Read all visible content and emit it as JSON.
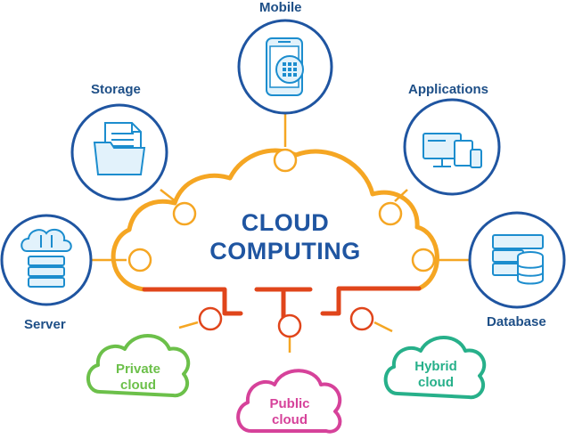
{
  "center": {
    "line1": "CLOUD",
    "line2": "COMPUTING"
  },
  "nodes": {
    "mobile": "Mobile",
    "storage": "Storage",
    "applications": "Applications",
    "server": "Server",
    "database": "Database"
  },
  "clouds": {
    "private": {
      "line1": "Private",
      "line2": "cloud"
    },
    "public": {
      "line1": "Public",
      "line2": "cloud"
    },
    "hybrid": {
      "line1": "Hybrid",
      "line2": "cloud"
    }
  },
  "colors": {
    "blue": "#1f55a1",
    "label": "#1e4f87",
    "orange": "#f5a623",
    "red": "#e0451b",
    "green": "#6cc04a",
    "pink": "#d6429a",
    "teal": "#27b08a",
    "icon_fill": "#e2f2fb",
    "icon_stroke": "#1c8dce"
  }
}
